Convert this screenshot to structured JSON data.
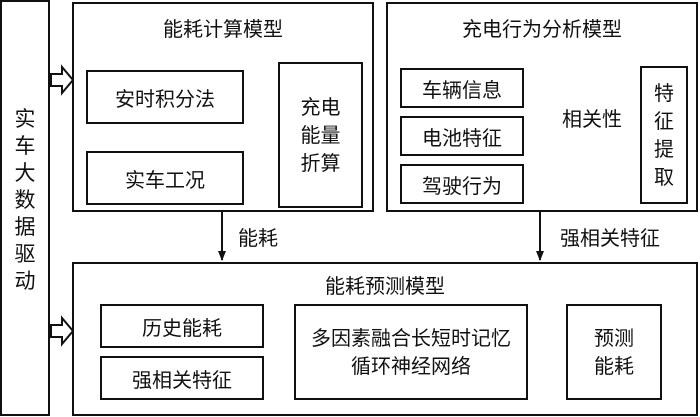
{
  "left_column": {
    "label": "实车大数据驱动"
  },
  "energy_calc_model": {
    "title": "能耗计算模型",
    "inputs": [
      "安时积分法",
      "实车工况"
    ],
    "output": "充电能量折算"
  },
  "charging_behavior_model": {
    "title": "充电行为分析模型",
    "inputs": [
      "车辆信息",
      "电池特征",
      "驾驶行为"
    ],
    "relation_label": "相关性",
    "output": "特征提取"
  },
  "links": {
    "energy_label": "能耗",
    "feature_label": "强相关特征"
  },
  "energy_pred_model": {
    "title": "能耗预测模型",
    "inputs": [
      "历史能耗",
      "强相关特征"
    ],
    "network": "多因素融合长短时记忆循环神经网络",
    "output": "预测能耗"
  }
}
